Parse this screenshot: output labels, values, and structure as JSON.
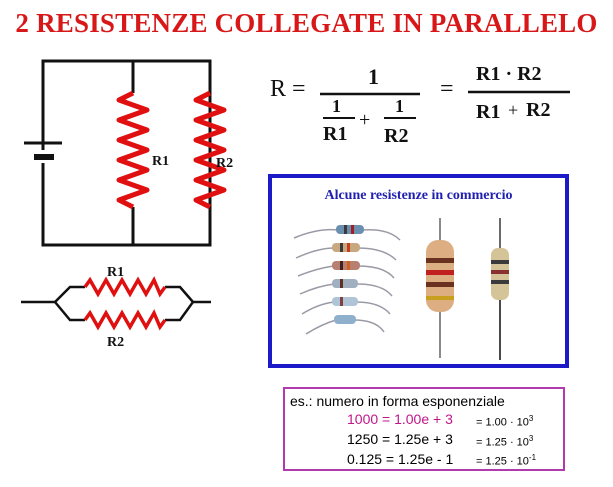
{
  "title": "2 RESISTENZE COLLEGATE IN PARALLELO",
  "circuit": {
    "r1_label": "R1",
    "r2_label": "R2"
  },
  "symbol": {
    "r1_label": "R1",
    "r2_label": "R2"
  },
  "formula": {
    "lhs": "R =",
    "numerator": "1",
    "one_a": "1",
    "r1": "R1",
    "plus": "+",
    "one_b": "1",
    "r2": "R2",
    "equals": "=",
    "product": "R1 · R2",
    "sum_left": "R1",
    "sum_plus": "+",
    "sum_right": "R2"
  },
  "commercial": {
    "heading": "Alcune resistenze in commercio"
  },
  "exponential": {
    "heading": "es.: numero in forma esponenziale",
    "rows": [
      {
        "left": "1000 = 1.00e + 3",
        "right": "= 1.00 · 10",
        "exp": "3",
        "highlight": true
      },
      {
        "left": "1250 = 1.25e + 3",
        "right": "= 1.25 · 10",
        "exp": "3",
        "highlight": false
      },
      {
        "left": "0.125 = 1.25e - 1",
        "right": "= 1.25 · 10",
        "exp": "-1",
        "highlight": false
      }
    ]
  },
  "colors": {
    "title": "#d81818",
    "resistor": "#e01010",
    "frame": "#1c19c8",
    "exp_border": "#b03ab0",
    "highlight": "#c0168a"
  }
}
